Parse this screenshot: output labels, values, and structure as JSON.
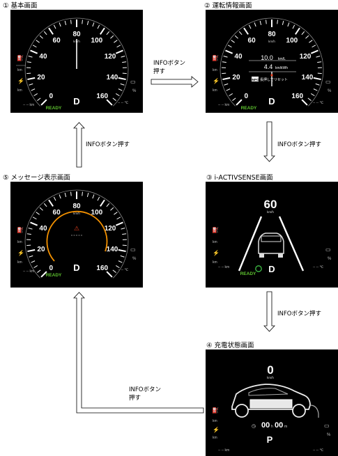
{
  "panels": {
    "p1": {
      "title": "① 基本画面",
      "ticks": [
        "0",
        "20",
        "40",
        "60",
        "80",
        "100",
        "120",
        "140",
        "160"
      ],
      "unit": "km/h",
      "gear": "D",
      "ready": "READY",
      "km": "km",
      "odo": "-- -- km",
      "temp": "-- -- ℃",
      "pct": "%"
    },
    "p2": {
      "title": "② 運転情報画面",
      "ticks": [
        "0",
        "20",
        "40",
        "60",
        "80",
        "100",
        "120",
        "140",
        "160"
      ],
      "unit": "km/h",
      "gear": "D",
      "ready": "READY",
      "km": "km",
      "odo": "-- -- km",
      "temp": "-- -- ℃",
      "pct": "%",
      "line1": "10.0",
      "line1_unit": "km/L",
      "line2": "4.4",
      "line2_unit": "km/kWh",
      "reset_tag": "INFO",
      "reset": "長押しでリセット"
    },
    "p3": {
      "title": "③ i-ACTIVSENSE画面",
      "speed": "60",
      "unit": "km/h",
      "gear": "D",
      "ready": "READY",
      "km": "km",
      "odo": "-- -- km",
      "temp": "-- -- ℃",
      "pct": "%"
    },
    "p4": {
      "title": "④ 充電状態画面",
      "speed": "0",
      "unit": "km/h",
      "time_h": "00",
      "time_m": "00",
      "time_h_unit": "h",
      "time_m_unit": "m",
      "gear": "P",
      "km": "km",
      "odo": "-- -- km",
      "temp": "-- -- ℃",
      "pct": "%"
    },
    "p5": {
      "title": "⑤ メッセージ表示画面",
      "ticks": [
        "0",
        "20",
        "40",
        "60",
        "80",
        "100",
        "120",
        "140",
        "160"
      ],
      "unit": "km/h",
      "gear": "D",
      "ready": "READY",
      "km": "km",
      "odo": "-- -- km",
      "temp": "-- -- ℃",
      "pct": "%"
    }
  },
  "arrows": {
    "a12_line1": "INFOボタン",
    "a12_line2": "押す",
    "a23": "INFOボタン押す",
    "a34": "INFOボタン押す",
    "a45_line1": "INFOボタン",
    "a45_line2": "押す",
    "a51": "INFOボタン押す"
  },
  "colors": {
    "screen_bg": "#000000",
    "ready": "#5ec32f",
    "needle": "#ffffff",
    "warning": "#e8401f",
    "orange_ring": "#f39100",
    "green_icon": "#3fbf45"
  }
}
